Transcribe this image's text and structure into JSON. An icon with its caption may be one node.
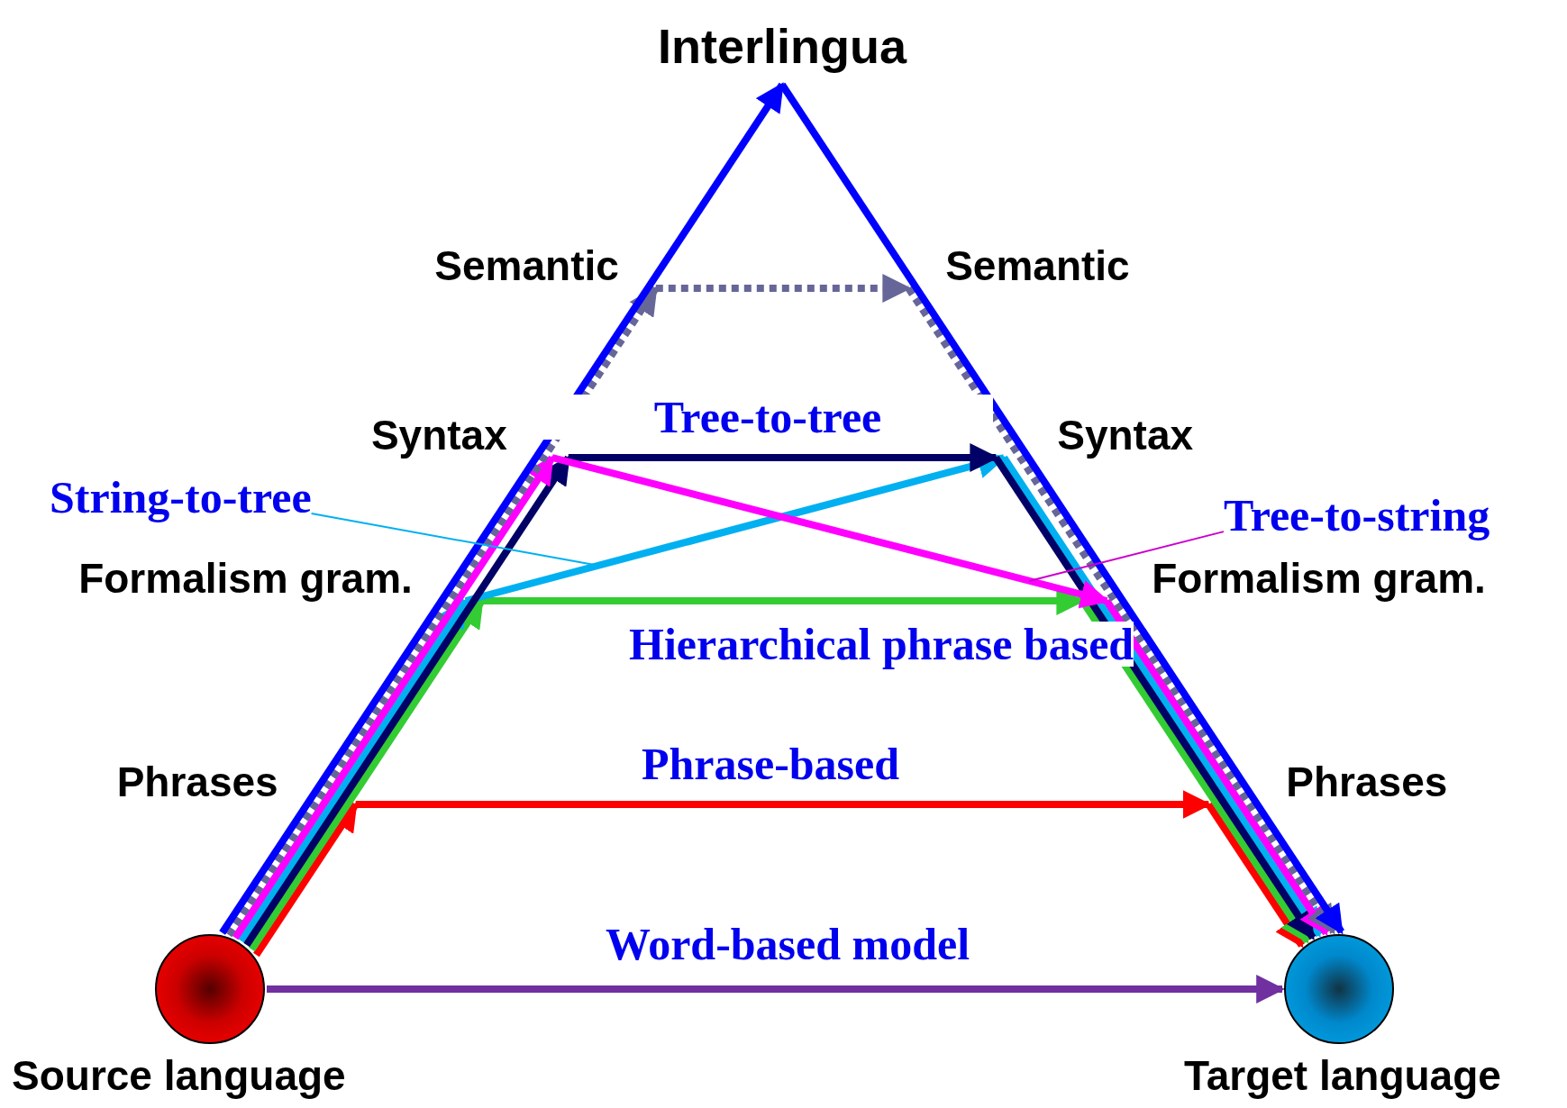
{
  "diagram": {
    "nodes": [
      {
        "text": [
          "Interlingua"
        ]
      },
      {
        "text": [
          "Semantic"
        ]
      },
      {
        "text": [
          "Semantic"
        ]
      },
      {
        "text": [
          "Syntax"
        ]
      },
      {
        "text": [
          "Syntax"
        ]
      },
      {
        "text": [
          "String-to-tree"
        ]
      },
      {
        "text": [
          "Tree-to-string"
        ]
      },
      {
        "text": [
          "Formalism gram."
        ]
      },
      {
        "text": [
          "Formalism gram."
        ]
      },
      {
        "text": [
          "Phrases"
        ]
      },
      {
        "text": [
          "Phrases"
        ]
      },
      {
        "text": [
          "Source language"
        ]
      },
      {
        "text": [
          "Target language"
        ]
      }
    ],
    "edges": [
      {
        "from": 11,
        "to": 12,
        "arrow": "to",
        "label": "Word-based model",
        "color": "#7030a0"
      },
      {
        "from": 11,
        "to": 9,
        "arrow": "to",
        "color": "#ff0000"
      },
      {
        "from": 9,
        "to": 10,
        "arrow": "to",
        "label": "Phrase-based",
        "color": "#ff0000"
      },
      {
        "from": 10,
        "to": 12,
        "arrow": "to",
        "color": "#ff0000"
      },
      {
        "from": 11,
        "to": 7,
        "arrow": "to",
        "color": "#33cc33"
      },
      {
        "from": 7,
        "to": 8,
        "arrow": "to",
        "label": "Hierarchical phrase based",
        "color": "#33cc33"
      },
      {
        "from": 8,
        "to": 12,
        "arrow": "to",
        "color": "#33cc33"
      },
      {
        "from": 11,
        "to": 7,
        "arrow": "to",
        "color": "#00b0f0"
      },
      {
        "from": 7,
        "to": 4,
        "arrow": "to",
        "color": "#00b0f0"
      },
      {
        "from": 4,
        "to": 12,
        "arrow": "to",
        "color": "#00b0f0"
      },
      {
        "from": 11,
        "to": 3,
        "arrow": "to",
        "color": "#000066"
      },
      {
        "from": 3,
        "to": 4,
        "arrow": "to",
        "label": "Tree-to-tree",
        "color": "#000066"
      },
      {
        "from": 4,
        "to": 12,
        "arrow": "to",
        "color": "#000066"
      },
      {
        "from": 11,
        "to": 3,
        "arrow": "to",
        "color": "#ff00ff"
      },
      {
        "from": 3,
        "to": 8,
        "arrow": "to",
        "color": "#ff00ff"
      },
      {
        "from": 8,
        "to": 12,
        "arrow": "to",
        "color": "#ff00ff"
      },
      {
        "from": 11,
        "to": 1,
        "arrow": "to",
        "style": "dashed",
        "color": "#666699"
      },
      {
        "from": 1,
        "to": 2,
        "arrow": "to",
        "style": "dashed",
        "color": "#666699"
      },
      {
        "from": 2,
        "to": 12,
        "arrow": "to",
        "style": "dashed",
        "color": "#666699"
      },
      {
        "from": 11,
        "to": 0,
        "arrow": "to",
        "color": "#0000ff"
      },
      {
        "from": 0,
        "to": 12,
        "arrow": "to",
        "color": "#0000ff"
      },
      {
        "from": 5,
        "to": null,
        "arrow": "none",
        "color": "#00b0f0"
      },
      {
        "from": 6,
        "to": null,
        "arrow": "none",
        "color": "#cc00cc"
      }
    ]
  }
}
